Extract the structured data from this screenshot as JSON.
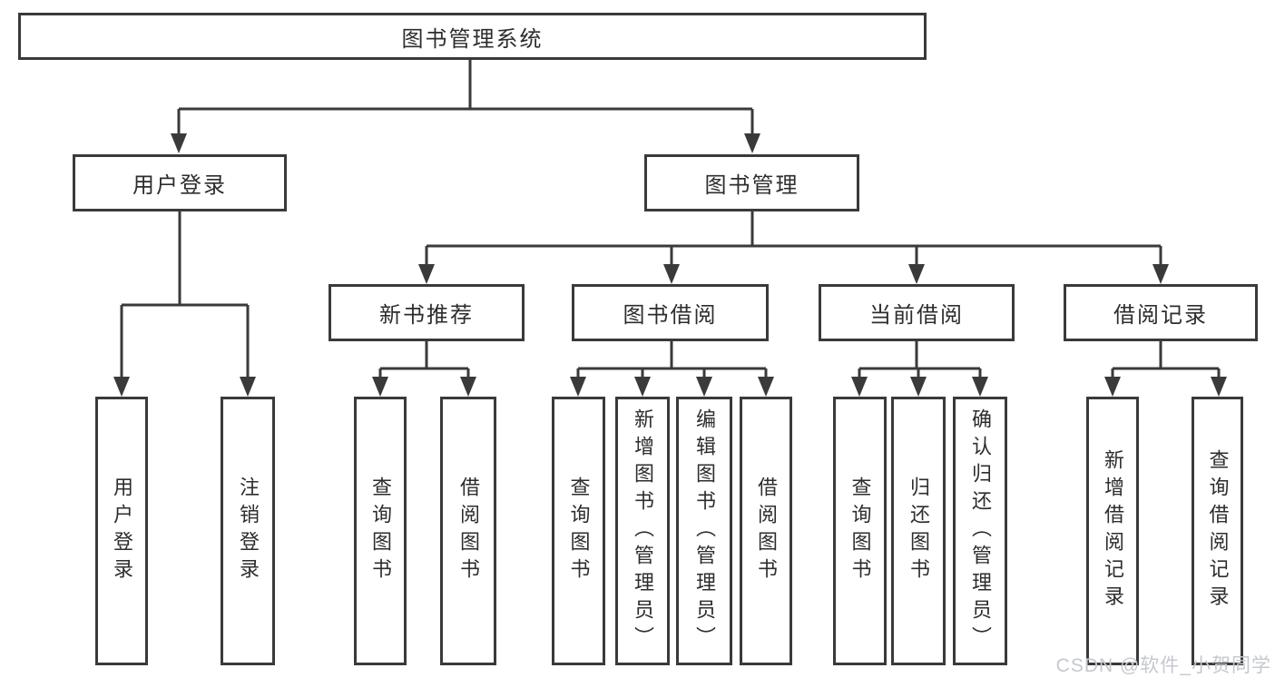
{
  "diagram": {
    "root": "图书管理系统",
    "branches": {
      "user_login": {
        "label": "用户登录",
        "children": {
          "login": "用户登录",
          "logout": "注销登录"
        }
      },
      "book_mgmt": {
        "label": "图书管理",
        "children": {
          "new_book_rec": {
            "label": "新书推荐",
            "children": {
              "query": "查询图书",
              "borrow": "借阅图书"
            }
          },
          "book_borrow": {
            "label": "图书借阅",
            "children": {
              "query": "查询图书",
              "add": "新增图书（管理员）",
              "edit": "编辑图书（管理员）",
              "borrow": "借阅图书"
            }
          },
          "current_borrow": {
            "label": "当前借阅",
            "children": {
              "query": "查询图书",
              "return": "归还图书",
              "confirm": "确认归还（管理员）"
            }
          },
          "borrow_records": {
            "label": "借阅记录",
            "children": {
              "add": "新增借阅记录",
              "query": "查询借阅记录"
            }
          }
        }
      }
    }
  },
  "watermark": "CSDN @软件_小贺同学",
  "colors": {
    "line": "#3a3a3a",
    "text": "#2d2d2d",
    "background": "#ffffff",
    "watermark": "#c5c8ce"
  }
}
